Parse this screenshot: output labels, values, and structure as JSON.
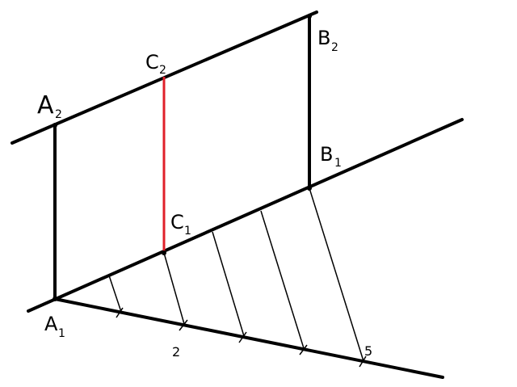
{
  "diagram": {
    "labels": {
      "A2": {
        "letter": "A",
        "sub": "2"
      },
      "C2": {
        "letter": "C",
        "sub": "2"
      },
      "B2": {
        "letter": "B",
        "sub": "2"
      },
      "B1": {
        "letter": "B",
        "sub": "1"
      },
      "C1": {
        "letter": "C",
        "sub": "1"
      },
      "A1": {
        "letter": "A",
        "sub": "1"
      }
    },
    "tick_labels": {
      "two": "2",
      "five": "5"
    },
    "colors": {
      "lines": "#000000",
      "highlight_segment": "#e0202a"
    }
  }
}
